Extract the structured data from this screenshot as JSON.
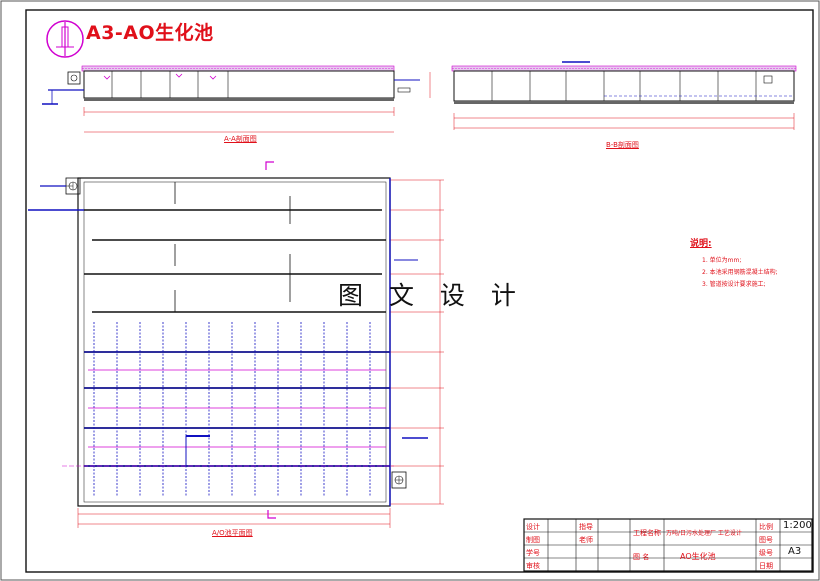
{
  "drawing": {
    "title": "A3-AO生化池",
    "watermark": "图 文 设 计",
    "section_a_label": "A-A剖面图",
    "section_b_label": "B-B剖面图",
    "plan_label": "A/O池平面图",
    "notes": {
      "heading": "说明:",
      "lines": [
        "1. 单位为mm;",
        "2. 本池采用钢筋混凝土结构;",
        "3. 管道按设计要求施工;"
      ]
    },
    "title_block": {
      "design_label": "设计",
      "draw_label": "制图",
      "check_label": "审核",
      "student_no_label": "学号",
      "guide_label": "指导",
      "teacher_label": "老师",
      "project_label": "工程名称",
      "project_value": "万吨/日污水处理厂 工艺设计",
      "drawing_label": "图 名",
      "drawing_value": "AO生化池",
      "scale_label": "比例",
      "scale_value": "1:200",
      "sheet_no_label": "图号",
      "grade_label": "级号",
      "grade_value": "A3",
      "date_label": "日期"
    },
    "colors": {
      "frame": "#111111",
      "red": "#e0101a",
      "blue": "#1010c0",
      "magenta": "#d000d0"
    }
  }
}
